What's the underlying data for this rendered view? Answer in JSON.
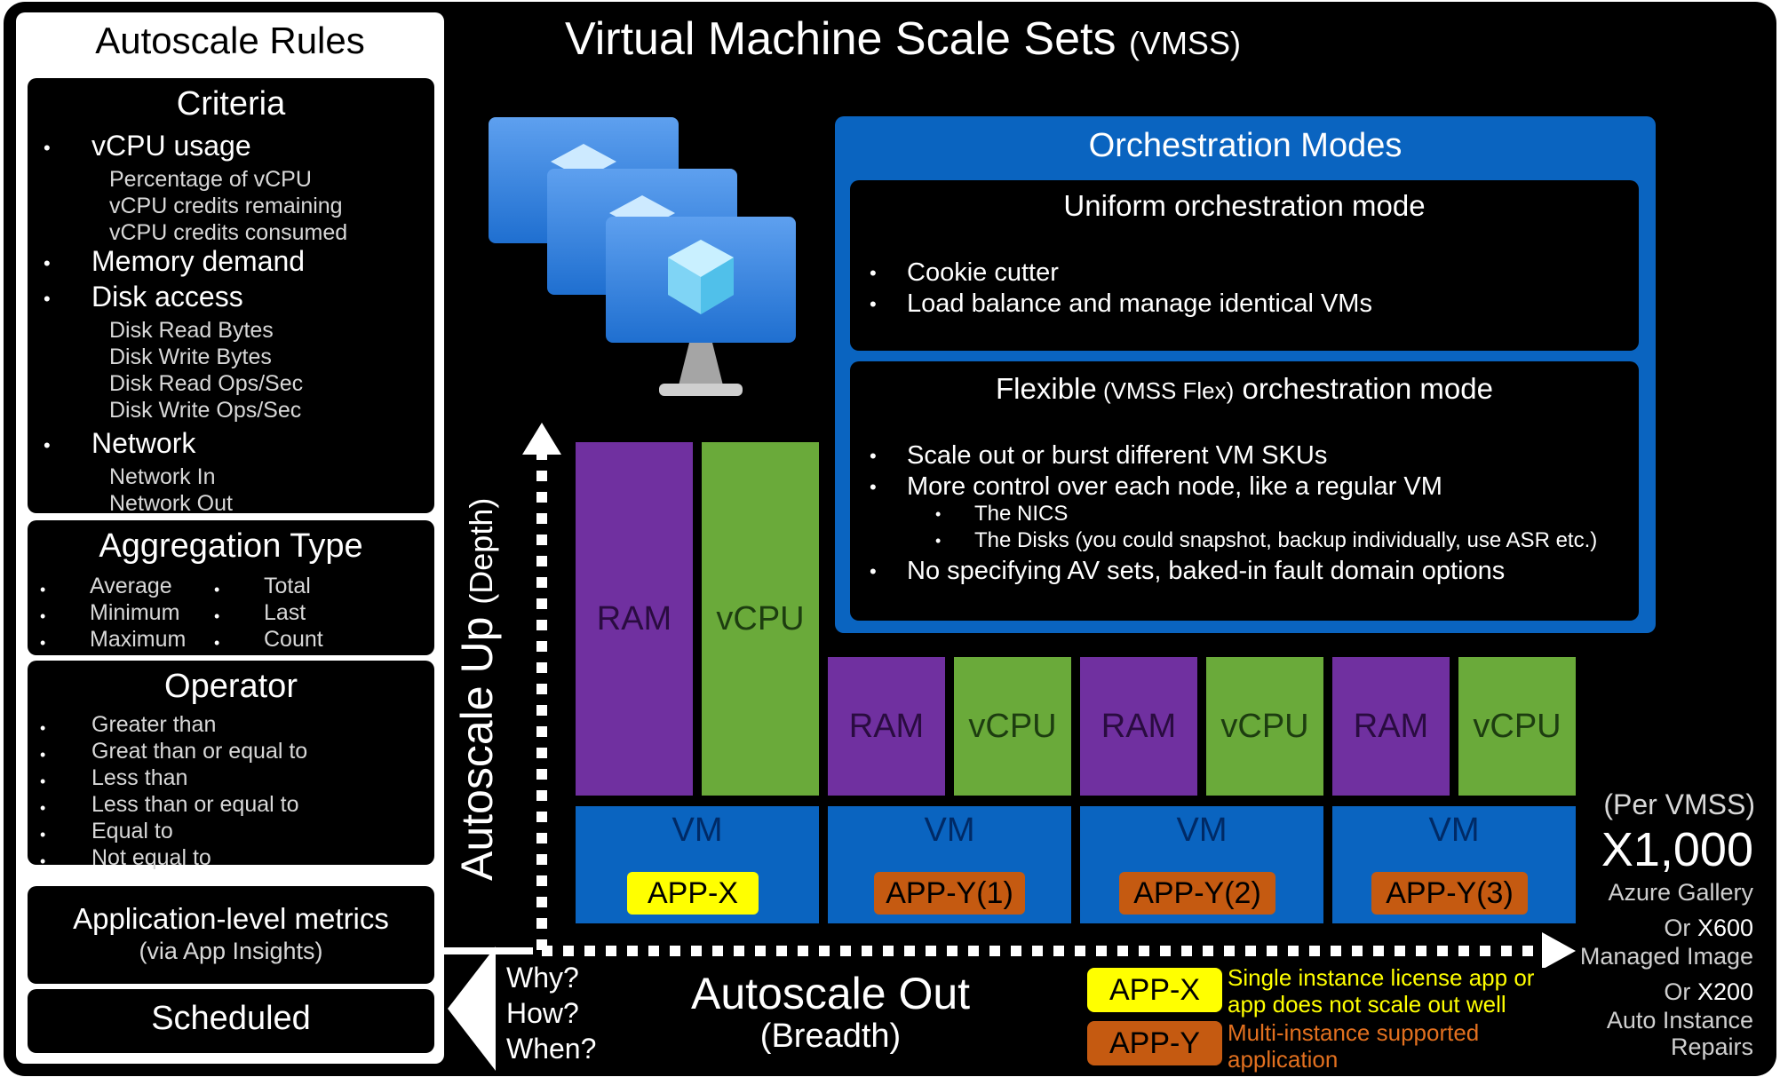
{
  "main_title": "Virtual Machine Scale Sets",
  "main_title_sub": "(VMSS)",
  "autoscale_rules": {
    "title": "Autoscale Rules",
    "criteria": {
      "title": "Criteria",
      "vcpu_usage": "vCPU usage",
      "vcpu_items": [
        "Percentage of vCPU",
        "vCPU credits remaining",
        "vCPU credits consumed"
      ],
      "memory_demand": "Memory demand",
      "disk_access": "Disk access",
      "disk_items": [
        "Disk Read Bytes",
        "Disk Write Bytes",
        "Disk Read Ops/Sec",
        "Disk Write Ops/Sec"
      ],
      "network": "Network",
      "network_items": [
        "Network In",
        "Network Out"
      ]
    },
    "aggregation": {
      "title": "Aggregation Type",
      "col1": [
        "Average",
        "Minimum",
        "Maximum"
      ],
      "col2": [
        "Total",
        "Last",
        "Count"
      ]
    },
    "operator": {
      "title": "Operator",
      "items": [
        "Greater than",
        "Great than or equal to",
        "Less than",
        "Less than or equal to",
        "Equal to",
        "Not equal to"
      ]
    },
    "app_metrics": {
      "title": "Application-level metrics",
      "sub": "(via App Insights)"
    },
    "scheduled": "Scheduled"
  },
  "orchestration": {
    "title": "Orchestration Modes",
    "uniform": {
      "title_bold": "Uniform",
      "title_rest": " orchestration mode",
      "items": [
        "Cookie cutter",
        "Load balance and manage identical VMs"
      ]
    },
    "flexible": {
      "title_bold": "Flexible",
      "title_small": " (VMSS Flex)",
      "title_rest": " orchestration mode",
      "item1": "Scale out or burst different VM SKUs",
      "item2": "More control over each node, like a regular VM",
      "sub_items": [
        "The NICS",
        "The Disks (you could snapshot, backup individually, use ASR etc.)"
      ],
      "item3": "No specifying AV sets, baked-in fault domain options"
    }
  },
  "resources": {
    "ram": "RAM",
    "vcpu": "vCPU"
  },
  "vm_label": "VM",
  "vm_apps": [
    "APP-X",
    "APP-Y(1)",
    "APP-Y(2)",
    "APP-Y(3)"
  ],
  "axis_up": "Autoscale Up",
  "axis_up_sub": "(Depth)",
  "axis_out": "Autoscale Out",
  "axis_out_sub": "(Breadth)",
  "why_how_when": [
    "Why?",
    "How?",
    "When?"
  ],
  "legend": {
    "app_x": "APP-X",
    "app_x_desc": [
      "Single instance license app or",
      "app does not scale out well"
    ],
    "app_y": "APP-Y",
    "app_y_desc": [
      "Multi-instance supported",
      "application"
    ]
  },
  "limits": {
    "per": "(Per VMSS)",
    "max": "X1,000",
    "gallery": "Azure Gallery",
    "or1": "Or",
    "x600": "X600",
    "managed": "Managed Image",
    "or2": "Or",
    "x200": "X200",
    "auto1": "Auto Instance",
    "auto2": "Repairs"
  },
  "colors": {
    "blue": "#0a64c0",
    "ram_purple": "#7030a0",
    "vcpu_green": "#6aaa3a",
    "app_x_yellow": "#ffff00",
    "app_y_orange": "#c55a11"
  }
}
